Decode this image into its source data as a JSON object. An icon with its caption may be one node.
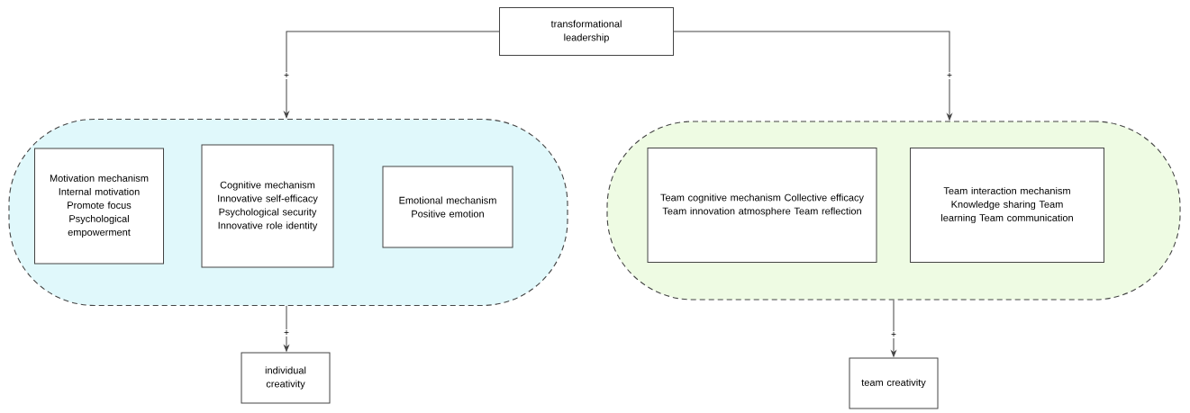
{
  "diagram": {
    "nodes": [
      {
        "text": [
          "transformational leadership"
        ]
      },
      {
        "text": [],
        "shape": "box"
      },
      {
        "text": [
          "Motivation mechanism Internal motivation Promote focus Psychological empowerment"
        ],
        "in": 1
      },
      {
        "text": [
          "Cognitive mechanism Innovative self-efficacy Psychological security Innovative role identity"
        ],
        "in": 1
      },
      {
        "text": [
          "Emotional mechanism Positive emotion"
        ],
        "in": 1
      },
      {
        "text": [],
        "shape": "box"
      },
      {
        "text": [
          "Team cognitive mechanism Collective efficacy Team innovation atmosphere Team reflection"
        ],
        "in": 5
      },
      {
        "text": [
          "Team interaction mechanism Knowledge sharing Team learning Team communication"
        ],
        "in": 5
      },
      {
        "text": [
          "individual creativity"
        ]
      },
      {
        "text": [
          "team creativity"
        ]
      }
    ],
    "edges": [
      {
        "from": 0,
        "to": 1,
        "arrow": "to",
        "label": "+"
      },
      {
        "from": 0,
        "to": 5,
        "arrow": "to",
        "label": "+"
      },
      {
        "from": 1,
        "to": 8,
        "arrow": "to",
        "label": "+"
      },
      {
        "from": 5,
        "to": 9,
        "arrow": "to",
        "label": "+"
      }
    ]
  }
}
